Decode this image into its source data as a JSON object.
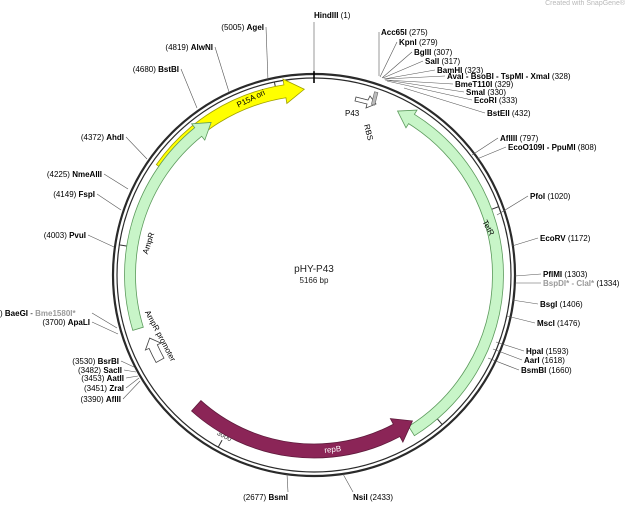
{
  "watermark": "Created with SnapGene®",
  "plasmid": {
    "name": "pHY-P43",
    "length": "5166 bp"
  },
  "ticks": [
    "1000",
    "2000",
    "3000",
    "4000",
    "5000"
  ],
  "features": [
    {
      "id": "p15a-ori",
      "label": "P15A ori",
      "fill": "#ffff00",
      "stroke": "#a0a000",
      "text": "#000000"
    },
    {
      "id": "tetr",
      "label": "TetR",
      "fill": "#c8f5c8",
      "stroke": "#5c9a5c",
      "text": "#000000"
    },
    {
      "id": "ampr",
      "label": "AmpR",
      "fill": "#c8f5c8",
      "stroke": "#5c9a5c",
      "text": "#000000"
    },
    {
      "id": "ampr-promoter",
      "label": "AmpR promoter",
      "fill": "#ffffff",
      "stroke": "#444444",
      "text": "#000000"
    },
    {
      "id": "repb",
      "label": "repB",
      "fill": "#8b2557",
      "stroke": "#5e1a3b",
      "text": "#ffffff"
    },
    {
      "id": "p43",
      "label": "P43",
      "fill": "#ffffff",
      "stroke": "#444444",
      "text": "#000000"
    },
    {
      "id": "rbs",
      "label": "RBS",
      "fill": "#bbbbbb",
      "stroke": "#666666",
      "text": "#000000"
    }
  ],
  "sites": [
    {
      "id": "hindiii",
      "name": "HindIII",
      "pos": "(1)"
    },
    {
      "id": "acc65i",
      "name": "Acc65I",
      "pos": "(275)"
    },
    {
      "id": "kpni",
      "name": "KpnI",
      "pos": "(279)"
    },
    {
      "id": "bglii",
      "name": "BglII",
      "pos": "(307)"
    },
    {
      "id": "sali",
      "name": "SalI",
      "pos": "(317)"
    },
    {
      "id": "bamhi",
      "name": "BamHI",
      "pos": "(323)"
    },
    {
      "id": "avai",
      "name": "AvaI - BsoBI - TspMI - XmaI",
      "pos": "(328)"
    },
    {
      "id": "bmet110i",
      "name": "BmeT110I",
      "pos": "(329)"
    },
    {
      "id": "smai",
      "name": "SmaI",
      "pos": "(330)"
    },
    {
      "id": "ecori",
      "name": "EcoRI",
      "pos": "(333)"
    },
    {
      "id": "bsteii",
      "name": "BstEII",
      "pos": "(432)"
    },
    {
      "id": "afliii",
      "name": "AflIII",
      "pos": "(797)"
    },
    {
      "id": "eco0109i",
      "name": "EcoO109I - PpuMI",
      "pos": "(808)"
    },
    {
      "id": "pfoi",
      "name": "PfoI",
      "pos": "(1020)"
    },
    {
      "id": "ecorv",
      "name": "EcoRV",
      "pos": "(1172)"
    },
    {
      "id": "pflmi",
      "name": "PflMI",
      "pos": "(1303)"
    },
    {
      "id": "bspdi",
      "name": "BspDI* - ClaI*",
      "pos": "(1334)",
      "gray": true
    },
    {
      "id": "bsgi",
      "name": "BsgI",
      "pos": "(1406)"
    },
    {
      "id": "msci",
      "name": "MscI",
      "pos": "(1476)"
    },
    {
      "id": "hpai",
      "name": "HpaI",
      "pos": "(1593)"
    },
    {
      "id": "aari",
      "name": "AarI",
      "pos": "(1618)"
    },
    {
      "id": "bsmbi",
      "name": "BsmBI",
      "pos": "(1660)"
    },
    {
      "id": "nsii",
      "name": "NsiI",
      "pos": "(2433)"
    },
    {
      "id": "bsmi",
      "name": "BsmI",
      "pos": "(2677)"
    },
    {
      "id": "aflii",
      "name": "AflII",
      "pos": "(3390)"
    },
    {
      "id": "zrai",
      "name": "ZraI",
      "pos": "(3451)"
    },
    {
      "id": "aatii",
      "name": "AatII",
      "pos": "(3453)"
    },
    {
      "id": "sacii",
      "name": "SacII",
      "pos": "(3482)"
    },
    {
      "id": "bsrbi",
      "name": "BsrBI",
      "pos": "(3530)"
    },
    {
      "id": "apali",
      "name": "ApaLI",
      "pos": "(3700)"
    },
    {
      "id": "baegi",
      "name": "BaeGI",
      "name2": "Bme1580I*",
      "pos": ")"
    },
    {
      "id": "pvui",
      "name": "PvuI",
      "pos": "(4003)"
    },
    {
      "id": "fspi",
      "name": "FspI",
      "pos": "(4149)"
    },
    {
      "id": "nmeaiii",
      "name": "NmeAIII",
      "pos": "(4225)"
    },
    {
      "id": "ahdi",
      "name": "AhdI",
      "pos": "(4372)"
    },
    {
      "id": "bstbi",
      "name": "BstBI",
      "pos": "(4680)"
    },
    {
      "id": "alwni",
      "name": "AlwNI",
      "pos": "(4819)"
    },
    {
      "id": "agei",
      "name": "AgeI",
      "pos": "(5005)"
    }
  ]
}
